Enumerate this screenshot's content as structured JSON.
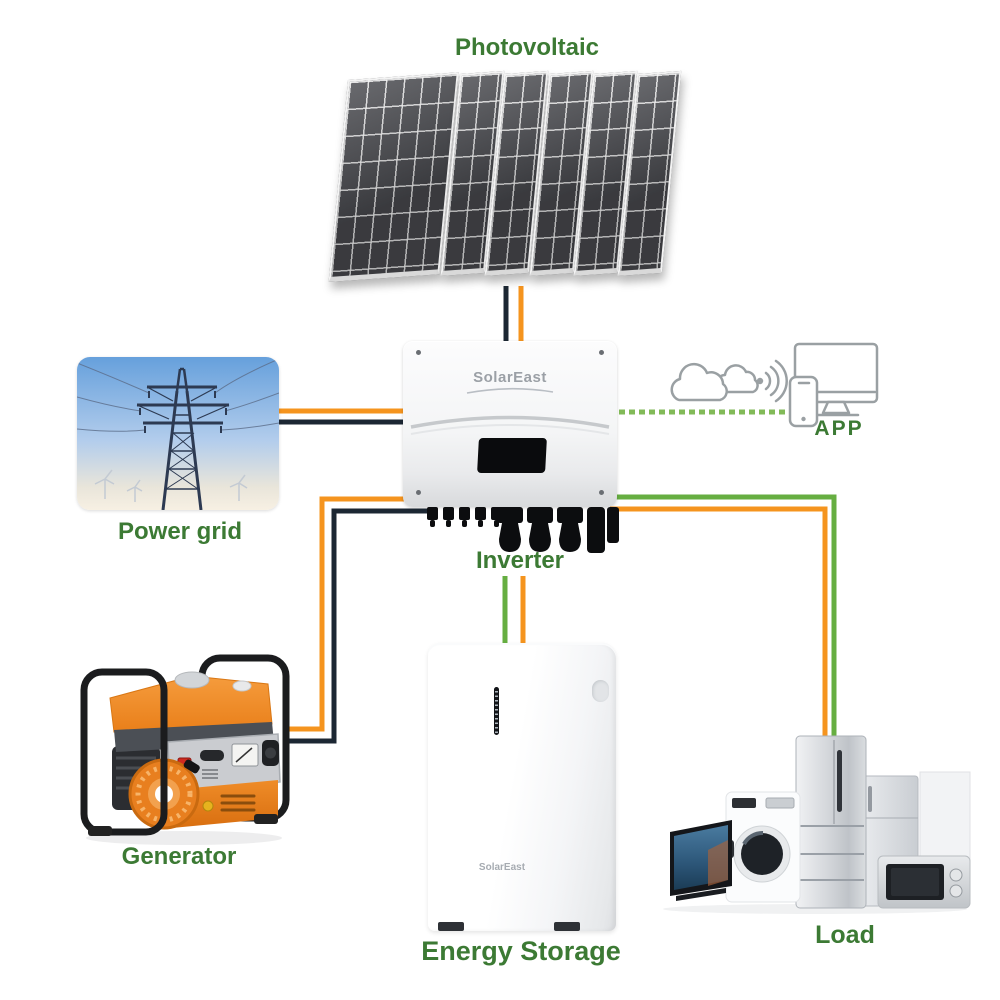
{
  "nodes": {
    "photovoltaic": {
      "label": "Photovoltaic"
    },
    "power_grid": {
      "label": "Power grid"
    },
    "inverter": {
      "label": "Inverter",
      "brand": "SolarEast"
    },
    "generator": {
      "label": "Generator"
    },
    "energy_storage": {
      "label": "Energy Storage",
      "brand": "SolarEast"
    },
    "load": {
      "label": "Load"
    },
    "app": {
      "label": "APP"
    }
  },
  "connections": [
    {
      "from": "photovoltaic",
      "to": "inverter",
      "style": "solid",
      "wires": [
        "navy",
        "orange"
      ]
    },
    {
      "from": "power_grid",
      "to": "inverter",
      "style": "solid",
      "wires": [
        "orange",
        "navy"
      ]
    },
    {
      "from": "generator",
      "to": "inverter",
      "style": "solid",
      "wires": [
        "orange",
        "navy"
      ]
    },
    {
      "from": "inverter",
      "to": "energy_storage",
      "style": "solid",
      "wires": [
        "green",
        "orange"
      ]
    },
    {
      "from": "inverter",
      "to": "load",
      "style": "solid",
      "wires": [
        "green",
        "orange"
      ]
    },
    {
      "from": "inverter",
      "to": "app",
      "style": "dashed",
      "wires": [
        "green"
      ]
    }
  ],
  "colors": {
    "label_green": "#3c7a34",
    "line_orange": "#f5941e",
    "line_navy": "#1c2733",
    "line_green": "#66ae41",
    "line_green_dash": "#82ba58",
    "icon_gray": "#9aa0a3",
    "bg": "#ffffff"
  }
}
